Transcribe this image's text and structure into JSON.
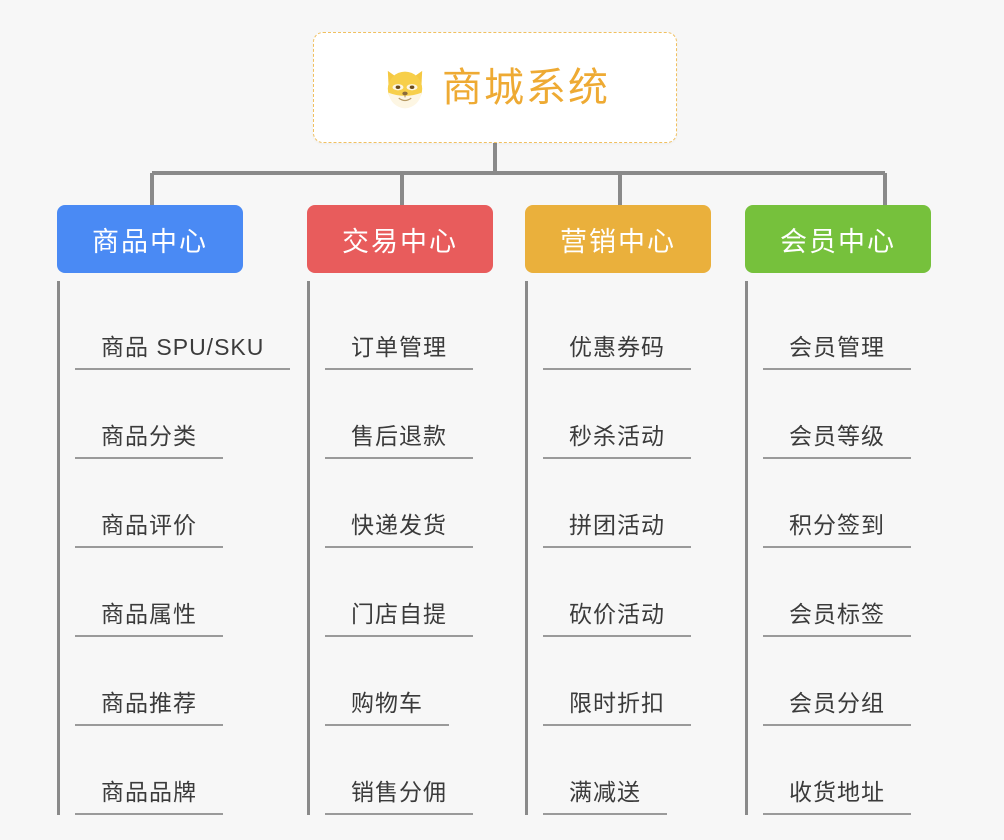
{
  "diagram": {
    "type": "mindmap",
    "title": "商城系统",
    "background_color": "#f7f7f7",
    "root": {
      "label": "商城系统",
      "icon": "shiba-dog-face",
      "text_color": "#eeaa33",
      "border_color": "#f0c060",
      "background_color": "#ffffff"
    },
    "categories": [
      {
        "label": "商品中心",
        "color": "#4a8af4",
        "items": [
          "商品 SPU/SKU",
          "商品分类",
          "商品评价",
          "商品属性",
          "商品推荐",
          "商品品牌"
        ]
      },
      {
        "label": "交易中心",
        "color": "#e85c5c",
        "items": [
          "订单管理",
          "售后退款",
          "快递发货",
          "门店自提",
          "购物车",
          "销售分佣"
        ]
      },
      {
        "label": "营销中心",
        "color": "#eab03c",
        "items": [
          "优惠券码",
          "秒杀活动",
          "拼团活动",
          "砍价活动",
          "限时折扣",
          "满减送"
        ]
      },
      {
        "label": "会员中心",
        "color": "#76c13c",
        "items": [
          "会员管理",
          "会员等级",
          "积分签到",
          "会员标签",
          "会员分组",
          "收货地址"
        ]
      }
    ],
    "connector_color": "#8a8a8a",
    "leaf_rule_color": "#9a9a9a",
    "leaf_text_color": "#3b3b3b"
  }
}
